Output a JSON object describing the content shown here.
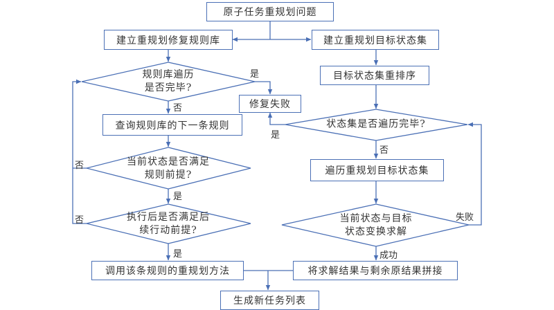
{
  "diagram": {
    "colors": {
      "line": "#4a6fb5",
      "text": "#333333",
      "background": "#ffffff"
    },
    "nodes": {
      "start": "原子任务重规划问题",
      "build_rule_lib": "建立重规划修复规则库",
      "build_goal_set": "建立重规划目标状态集",
      "rule_lib_done": [
        "规则库遍历",
        "是否完毕?"
      ],
      "repair_fail": "修复失败",
      "goal_sort": "目标状态集重排序",
      "query_next_rule": "查询规则库的下一条规则",
      "goal_set_done": "状态集是否遍历完毕?",
      "precondition_check": [
        "当前状态是否满足",
        "规则前提?"
      ],
      "traverse_goal_set": "遍历重规划目标状态集",
      "post_action_check": [
        "执行后是否满足后",
        "续行动前提?"
      ],
      "state_transform": [
        "当前状态与目标",
        "状态变换求解"
      ],
      "call_rule_method": "调用该条规则的重规划方法",
      "merge_results": "将求解结果与剩余原结果拼接",
      "end": "生成新任务列表"
    },
    "edge_labels": {
      "rule_lib_yes": "是",
      "rule_lib_no": "否",
      "goal_set_yes": "是",
      "goal_set_no": "否",
      "precondition_no": "否",
      "precondition_yes": "是",
      "post_action_no": "否",
      "post_action_yes": "是",
      "transform_fail": "失败",
      "transform_success": "成功"
    }
  }
}
